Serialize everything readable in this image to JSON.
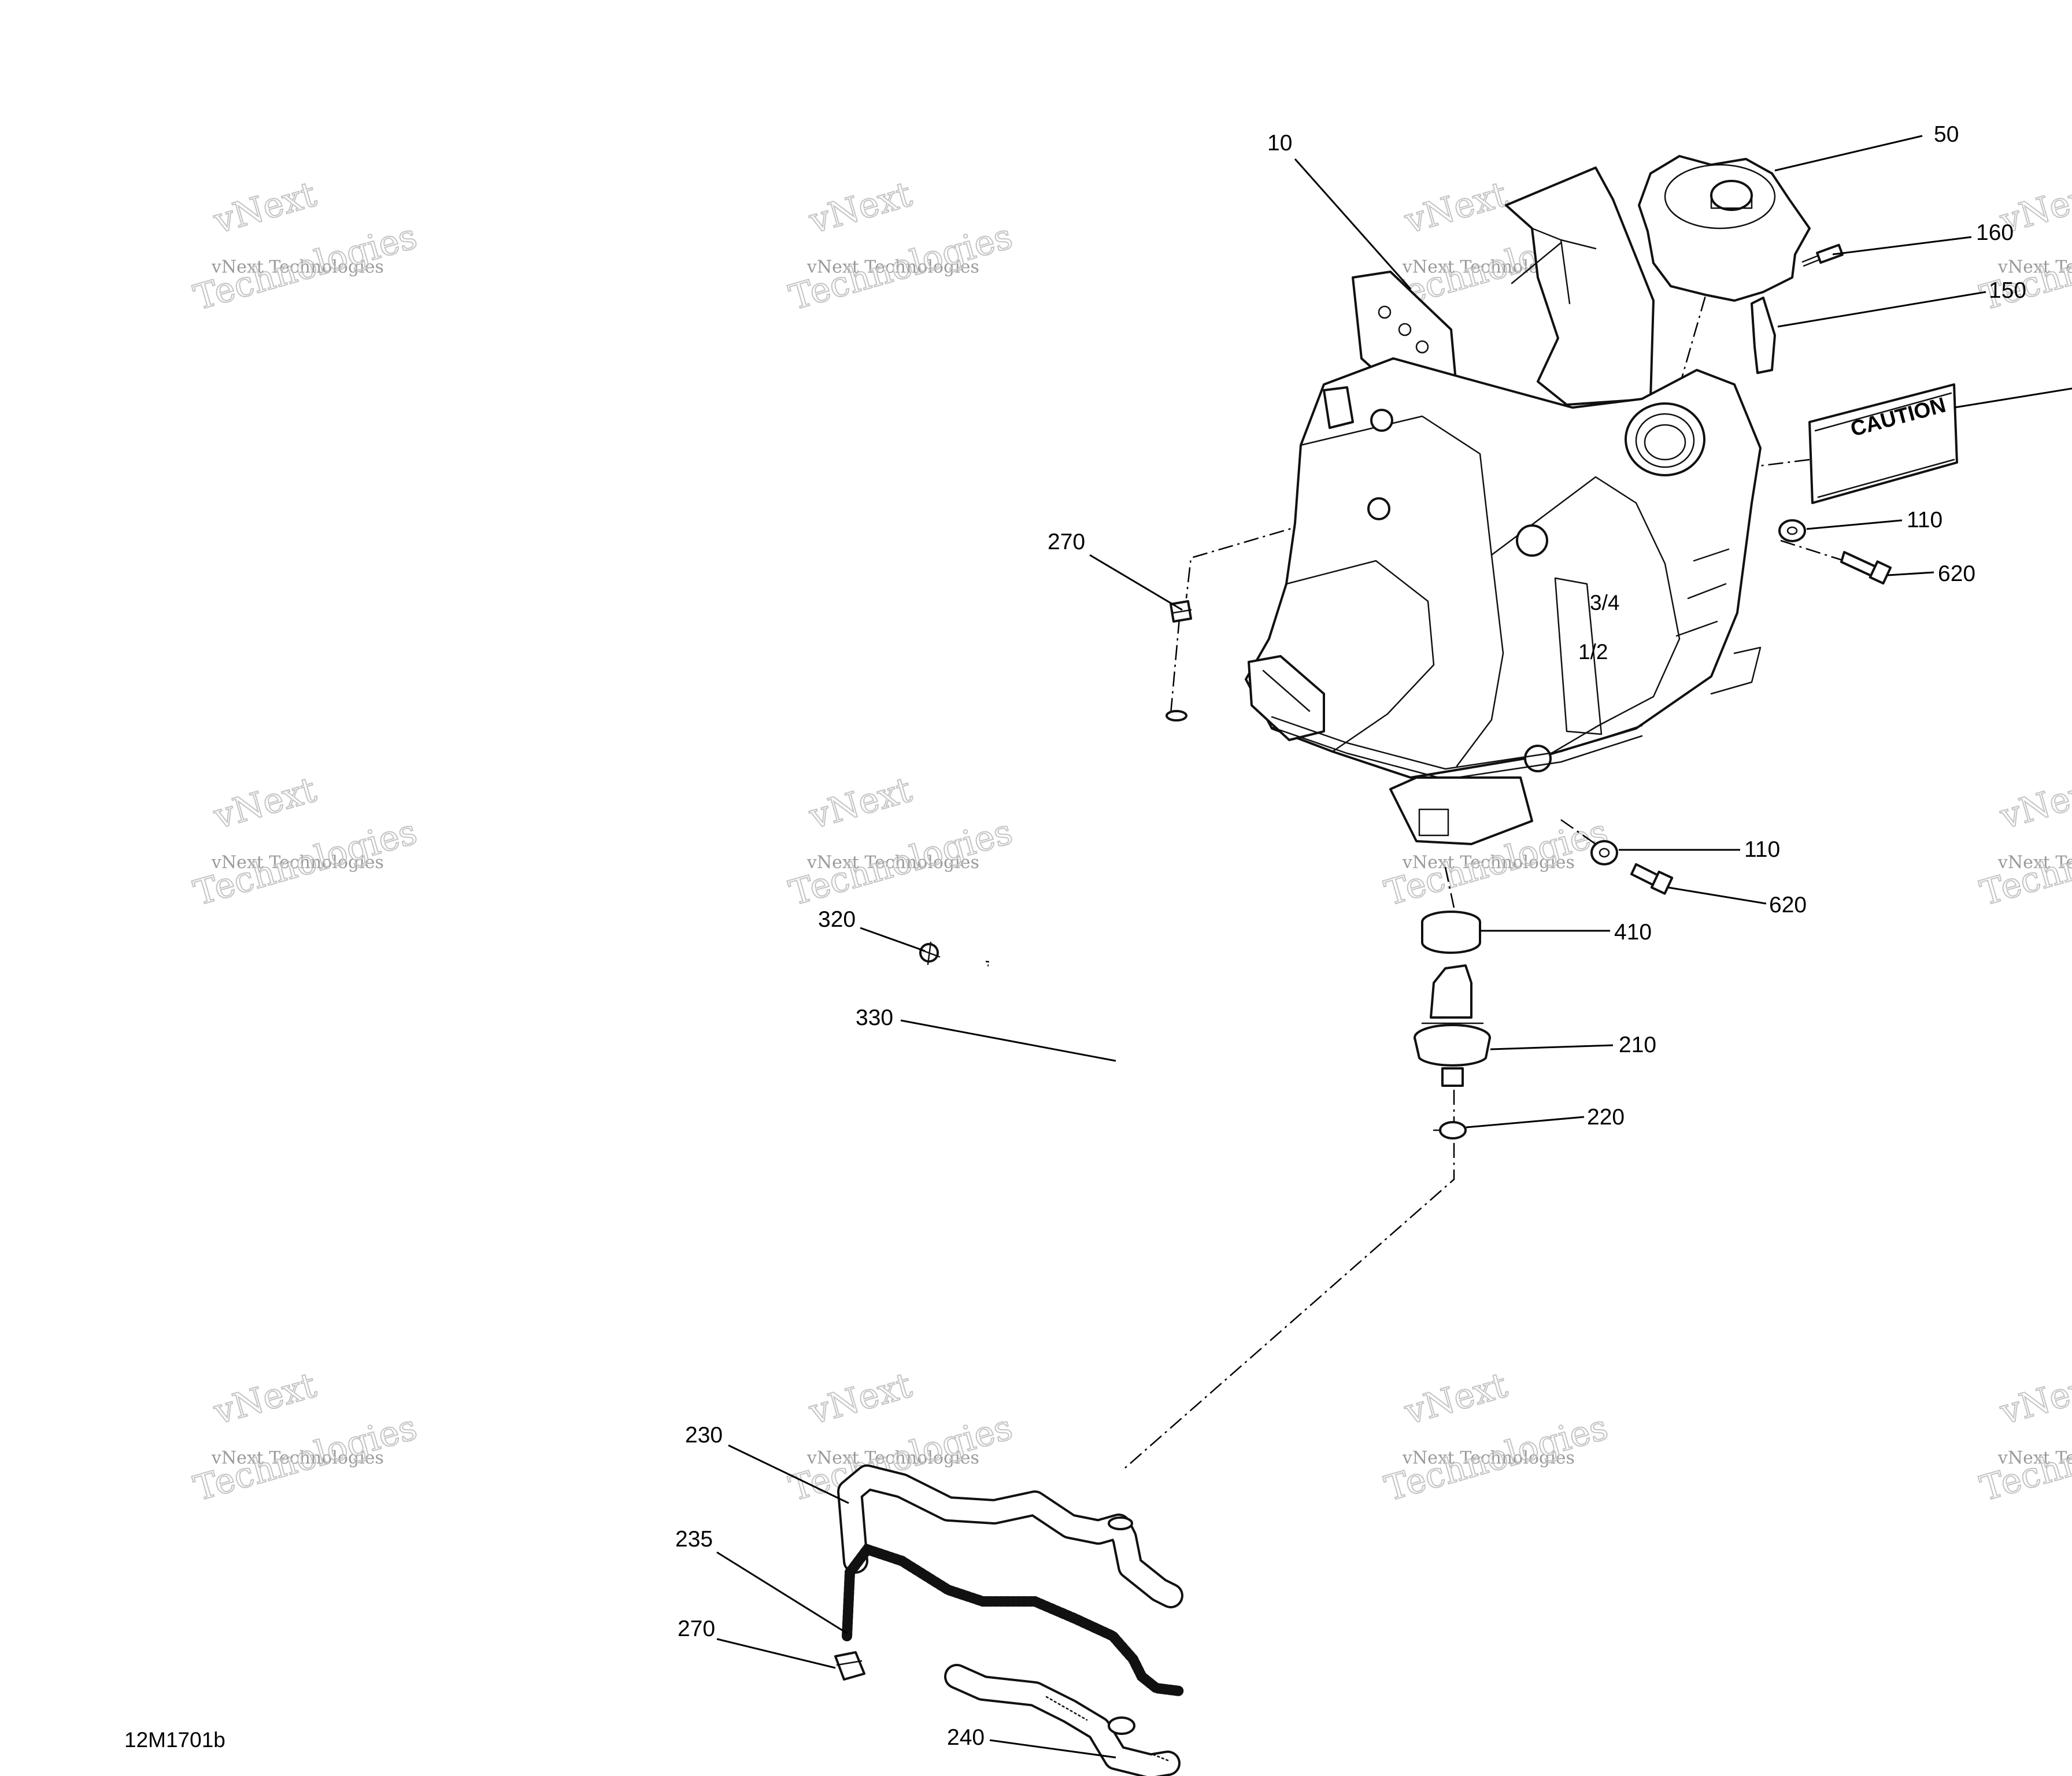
{
  "diagram": {
    "reference_code": "12M1701b",
    "callouts": {
      "c10": "10",
      "c50": "50",
      "c160": "160",
      "c150": "150",
      "c110a": "110",
      "c620a": "620",
      "c270a": "270",
      "c110b": "110",
      "c620b": "620",
      "c410": "410",
      "c320": "320",
      "c210": "210",
      "c330": "330",
      "c220": "220",
      "c230": "230",
      "c235": "235",
      "c270b": "270",
      "c240": "240"
    },
    "tank_markings": {
      "caution_label": "CAUTION",
      "level_three_quarter": "3/4",
      "level_half": "1/2"
    }
  },
  "watermark": {
    "line1": "vNext",
    "line2": "vNext Technologies",
    "line3": "Technologies"
  }
}
